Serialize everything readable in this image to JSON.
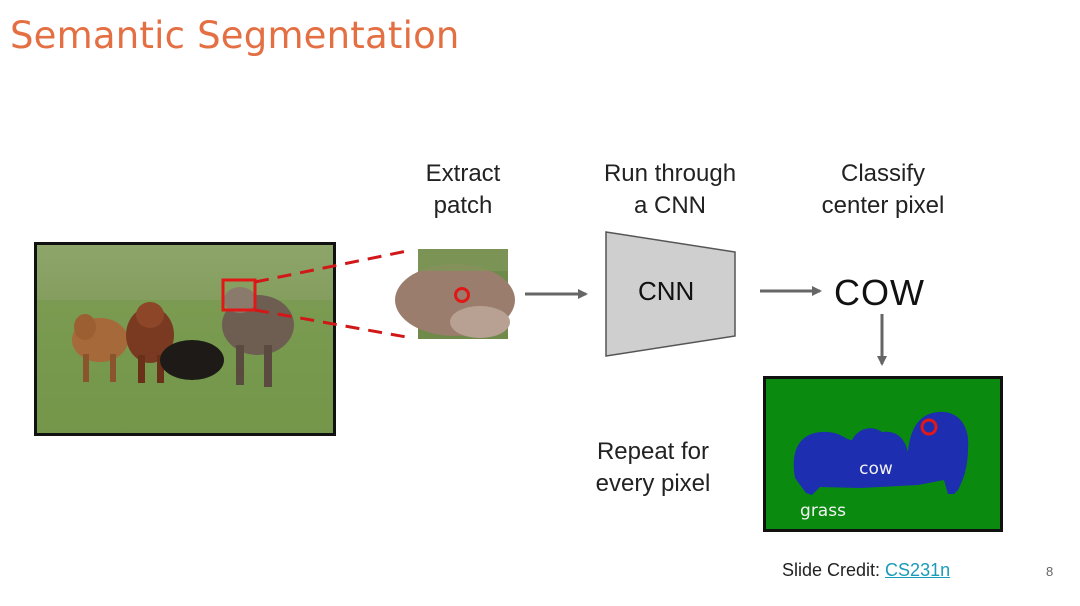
{
  "title": "Semantic Segmentation",
  "steps": {
    "extract": [
      "Extract",
      "patch"
    ],
    "cnn": [
      "Run through",
      "a CNN"
    ],
    "classify": [
      "Classify",
      "center pixel"
    ],
    "repeat": [
      "Repeat for",
      "every pixel"
    ]
  },
  "cnn_box_label": "CNN",
  "class_label": "COW",
  "segmentation_labels": {
    "cow": "cow",
    "grass": "grass"
  },
  "credit": {
    "prefix": "Slide Credit: ",
    "link": "CS231n"
  },
  "page_number": "8",
  "colors": {
    "title": "#e46f43",
    "highlight": "#e01818",
    "grass_green": "#0b8a10",
    "cow_blue": "#1d2eb0",
    "link": "#1a9bb8"
  }
}
